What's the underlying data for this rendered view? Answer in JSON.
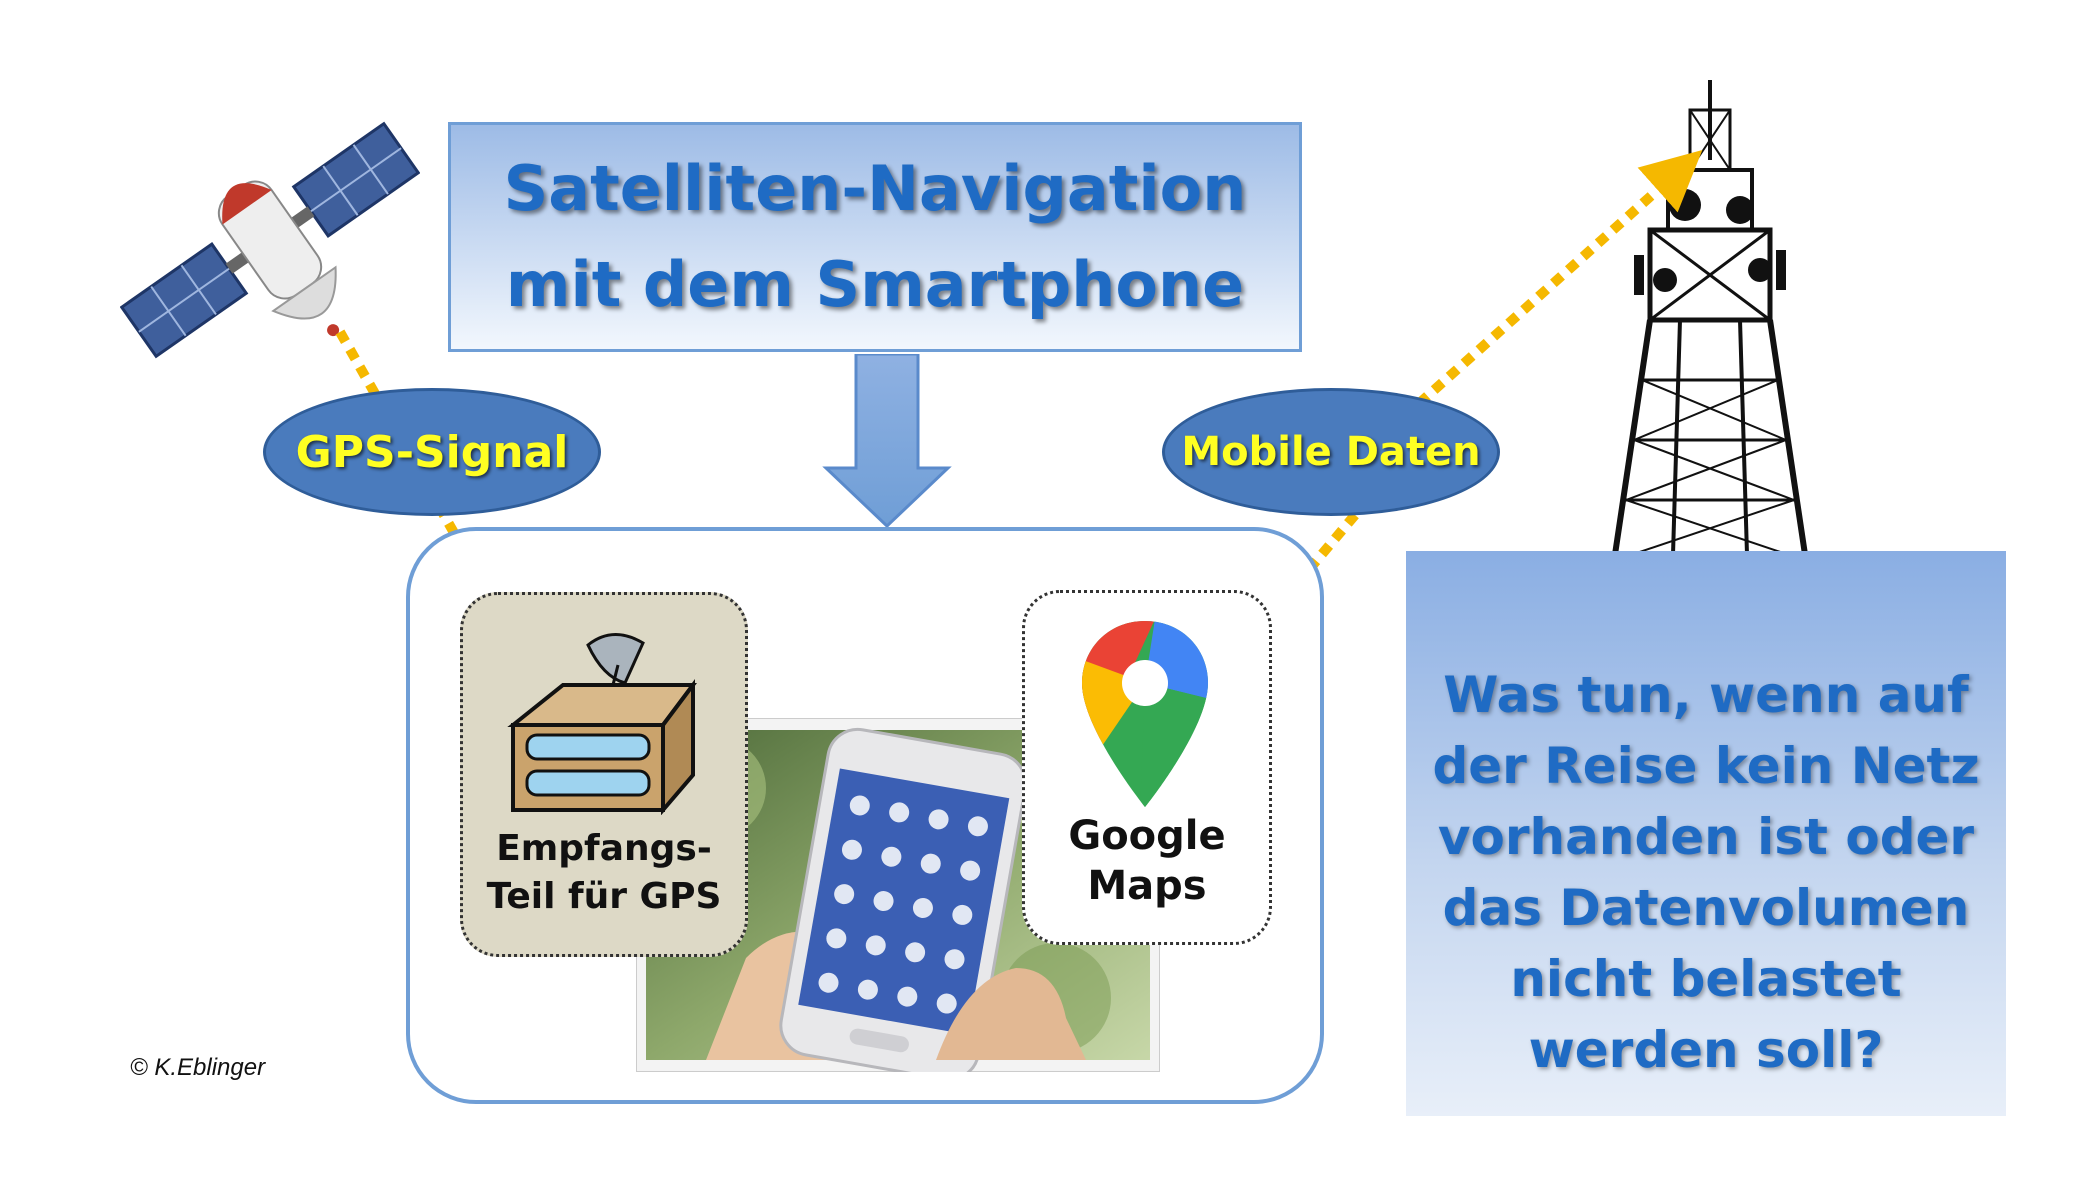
{
  "title": {
    "line1": "Satelliten-Navigation",
    "line2": "mit dem Smartphone"
  },
  "labels": {
    "gps_signal": "GPS-Signal",
    "mobile_data": "Mobile Daten"
  },
  "gps_card": {
    "line1": "Empfangs-",
    "line2": "Teil für GPS"
  },
  "maps_card": {
    "line1": "Google",
    "line2": "Maps"
  },
  "question": {
    "lines": [
      "Was tun, wenn auf",
      "der Reise kein Netz",
      "vorhanden ist oder",
      "das Datenvolumen",
      "nicht belastet",
      "werden soll?"
    ]
  },
  "copyright": "© K.Eblinger",
  "colors": {
    "title_text": "#1f6bc4",
    "oval_fill": "#4a7bbd",
    "oval_text": "#ffff22",
    "arrow_dots": "#f5b800",
    "frame_border": "#6f9ed6"
  },
  "icons": [
    "satellite-icon",
    "cell-tower-icon",
    "gps-receiver-icon",
    "google-maps-pin-icon",
    "smartphone-photo"
  ]
}
